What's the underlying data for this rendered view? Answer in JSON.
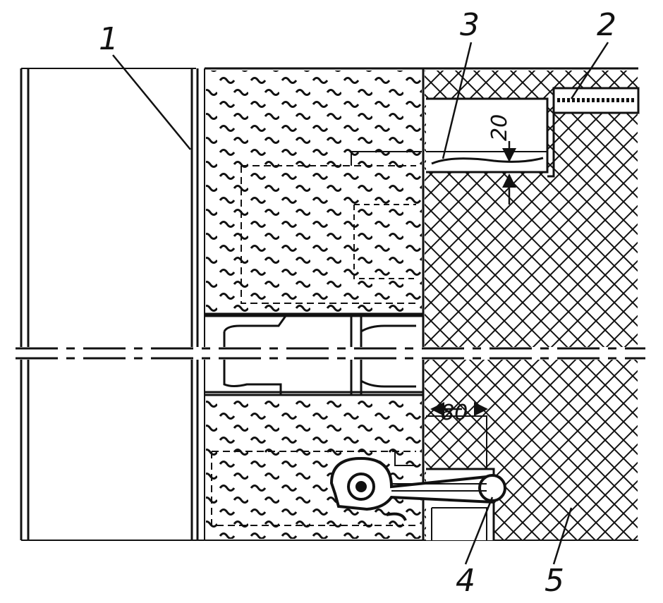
{
  "callouts": {
    "c1": "1",
    "c2": "2",
    "c3": "3",
    "c4": "4",
    "c5": "5"
  },
  "dimensions": {
    "d20": "20",
    "d80": "80"
  },
  "colors": {
    "ink": "#111111",
    "paper": "#ffffff"
  }
}
